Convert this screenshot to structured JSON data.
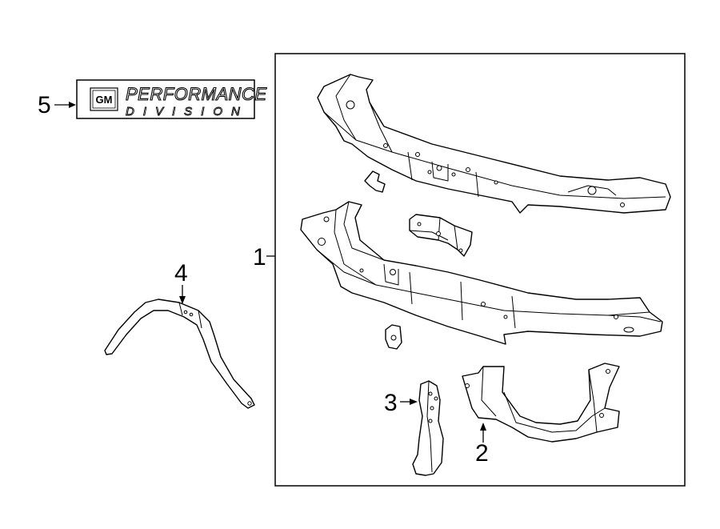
{
  "callouts": {
    "part1": "1",
    "part2": "2",
    "part3": "3",
    "part4": "4",
    "part5": "5"
  },
  "badge": {
    "emblem": "GM",
    "line1": "PERFORMANCE",
    "line2": "DIVISION"
  },
  "colors": {
    "line": "#000000",
    "background": "#ffffff"
  }
}
